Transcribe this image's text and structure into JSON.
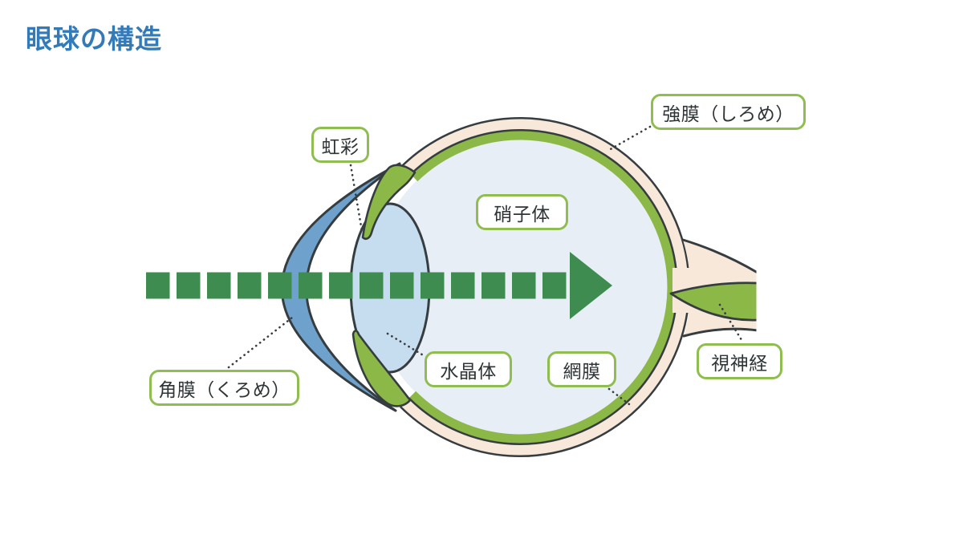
{
  "title": "眼球の構造",
  "labels": {
    "iris": "虹彩",
    "sclera": "強膜（しろめ）",
    "vitreous": "硝子体",
    "lens": "水晶体",
    "retina": "網膜",
    "cornea": "角膜（くろめ）",
    "optic_nerve": "視神経"
  },
  "colors": {
    "title_blue": "#337AB8",
    "dark_outline": "#363D41",
    "sclera_cream": "#F8E8DA",
    "membrane_green": "#8CB848",
    "vitreous_interior_blue": "#E7EEF6",
    "lens_blue": "#C6DCEF",
    "cornea_blue": "#6EA2CC",
    "light_arrow_green": "#3E8C4F",
    "label_border_green": "#8FBD50",
    "label_text": "#2F3437",
    "background": "#FFFFFF"
  }
}
